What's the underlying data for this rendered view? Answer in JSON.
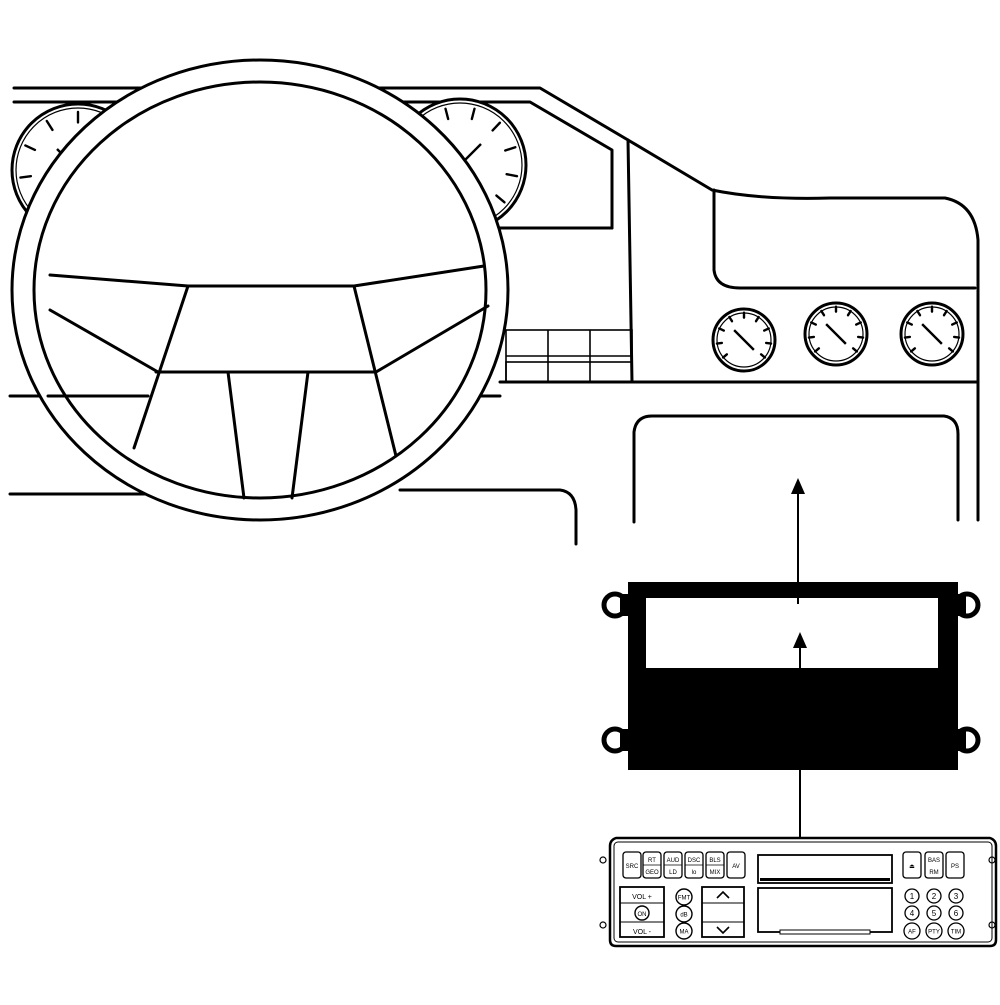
{
  "radio": {
    "top_buttons": [
      {
        "name": "src",
        "lines": [
          "SRC"
        ]
      },
      {
        "name": "rt-geo",
        "lines": [
          "RT",
          "GEO"
        ]
      },
      {
        "name": "aud-ld",
        "lines": [
          "AUD",
          "LD"
        ]
      },
      {
        "name": "dsc-lo",
        "lines": [
          "DSC",
          "lo"
        ]
      },
      {
        "name": "bls-mix",
        "lines": [
          "BLS",
          "MIX"
        ]
      },
      {
        "name": "seek",
        "lines": [
          "AV"
        ]
      }
    ],
    "right_top_buttons": [
      {
        "name": "eject",
        "lines": [
          "⏏"
        ]
      },
      {
        "name": "bas-rm",
        "lines": [
          "BAS",
          "RM"
        ]
      },
      {
        "name": "ps",
        "lines": [
          "PS"
        ]
      }
    ],
    "vol_up": "VOL +",
    "on": "ON",
    "vol_down": "VOL -",
    "fmt": "FMT",
    "db": "dB",
    "ma": "MA",
    "preset_numbers": [
      "1",
      "2",
      "3",
      "4",
      "5",
      "6"
    ],
    "bottom_right_buttons": [
      "AF",
      "PTY",
      "TIM"
    ]
  }
}
